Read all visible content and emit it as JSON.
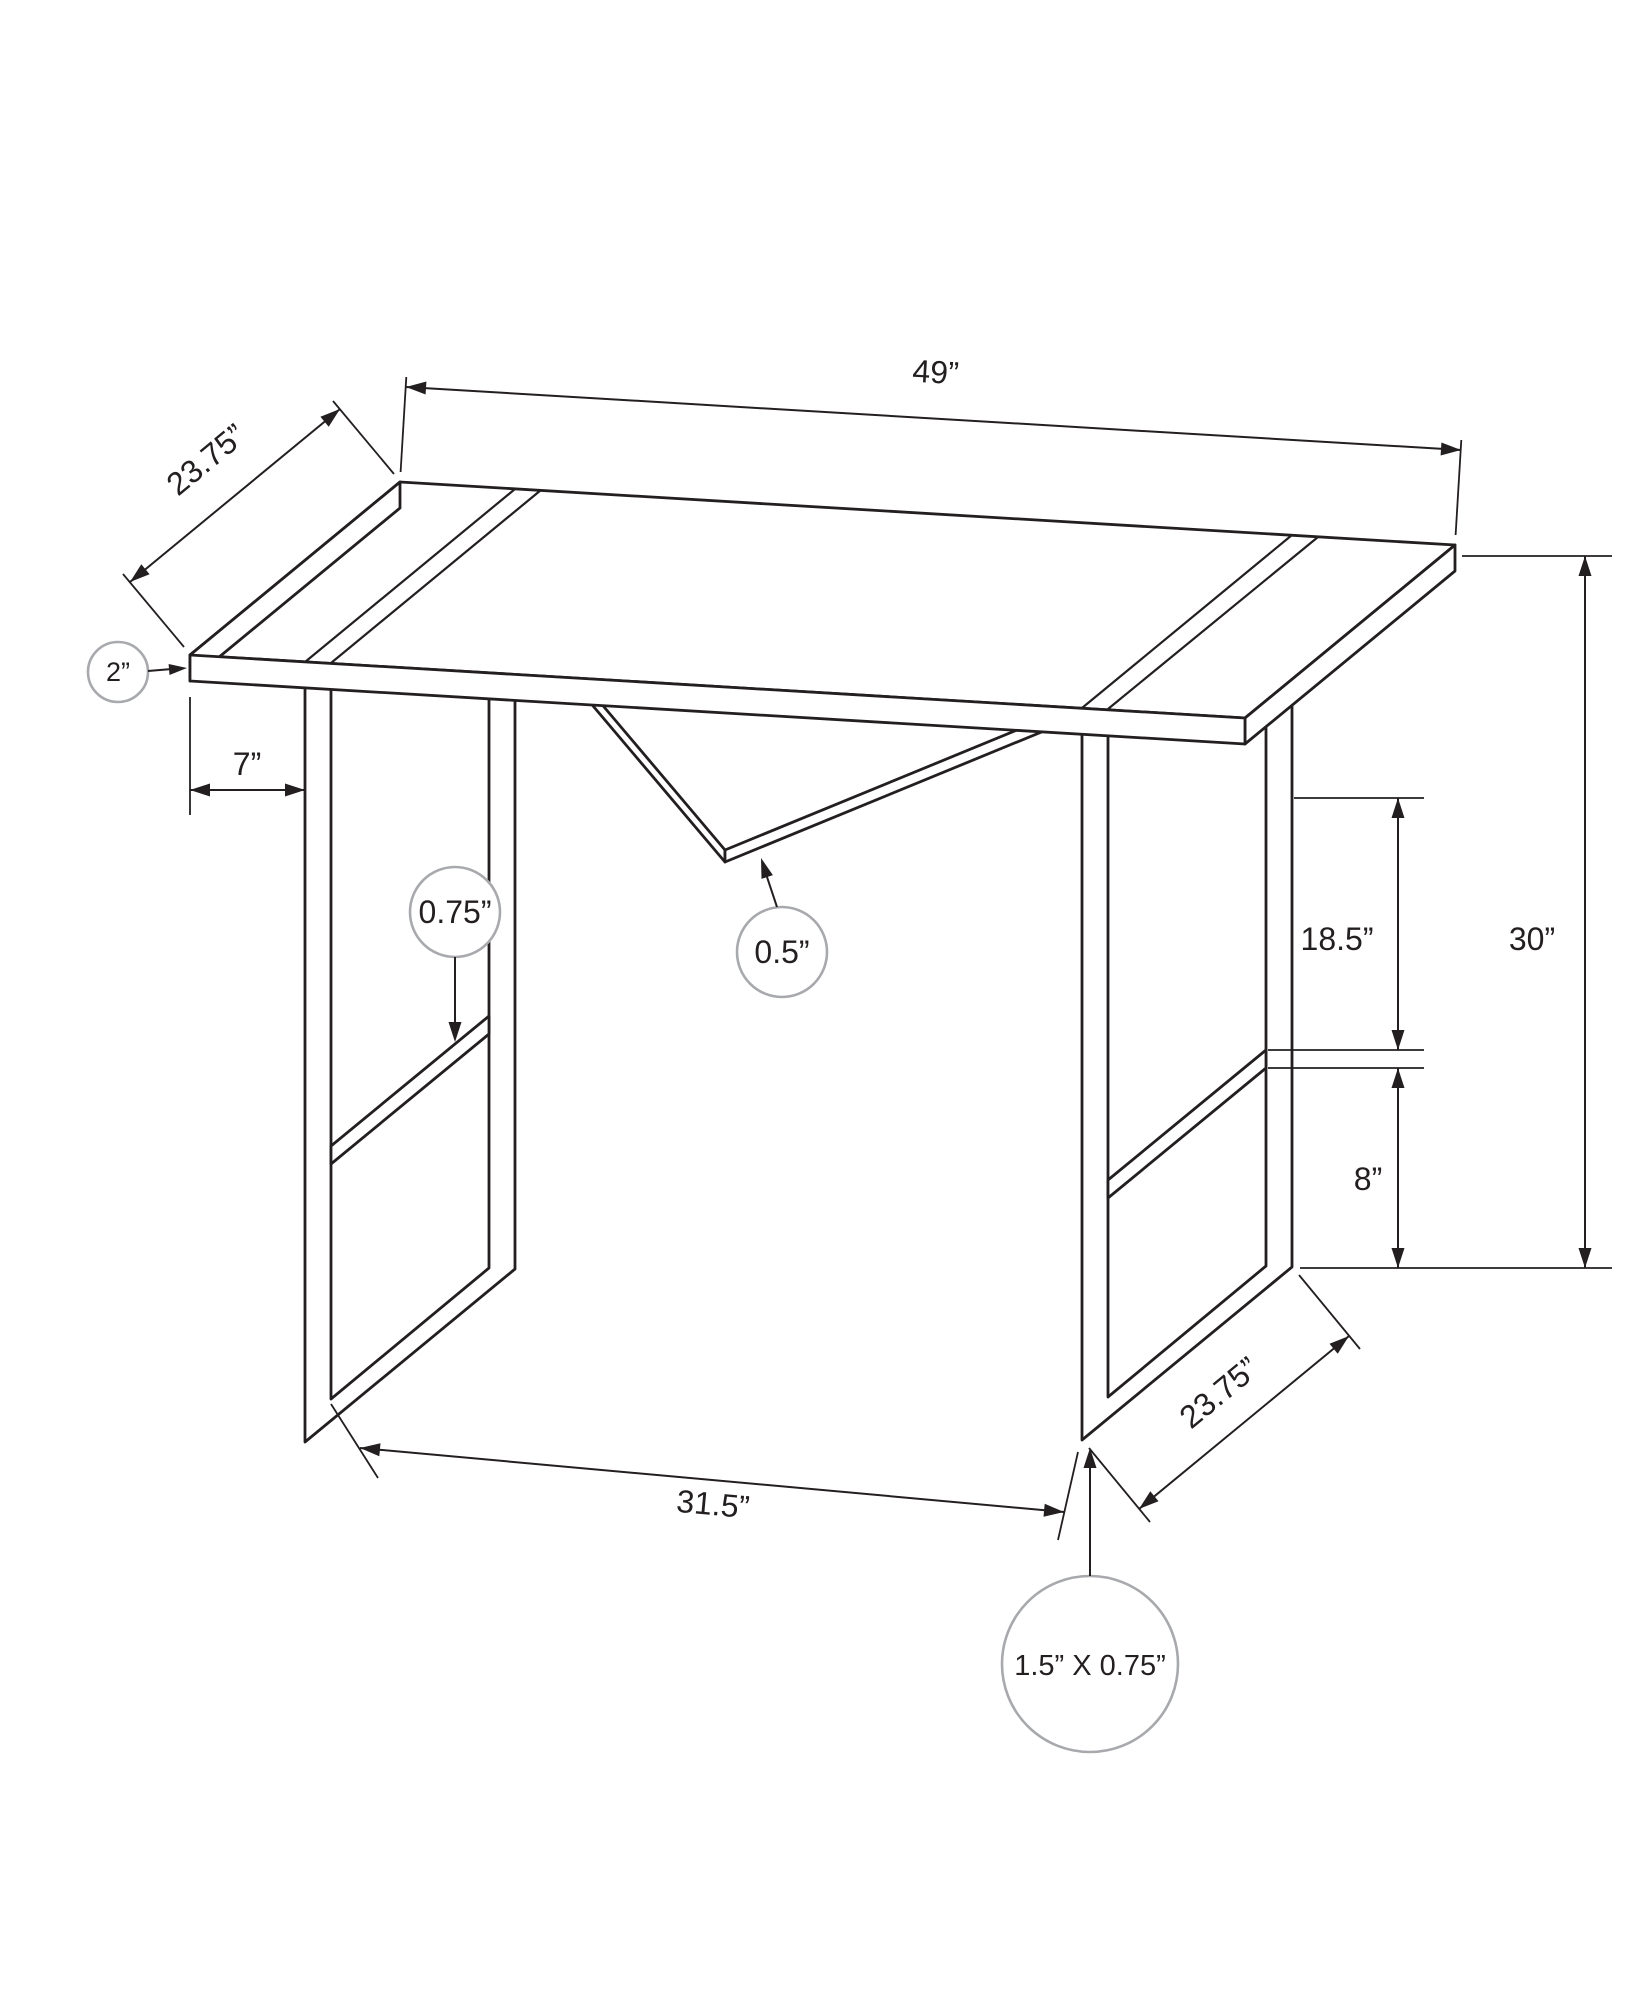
{
  "diagram": {
    "type": "desk dimension drawing",
    "labels": {
      "top_length": "49”",
      "top_depth": "23.75”",
      "top_thickness": "2”",
      "top_overhang": "7”",
      "shelf_tube": "0.75”",
      "brace_tube": "0.5”",
      "top_to_shelf": "18.5”",
      "overall_height": "30”",
      "shelf_to_floor": "8”",
      "between_legs": "31.5”",
      "leg_depth": "23.75”",
      "leg_tube": "1.5” X 0.75”"
    }
  },
  "colors": {
    "line": "#231f20",
    "callout": "#a7a9ac",
    "background": "#ffffff"
  }
}
